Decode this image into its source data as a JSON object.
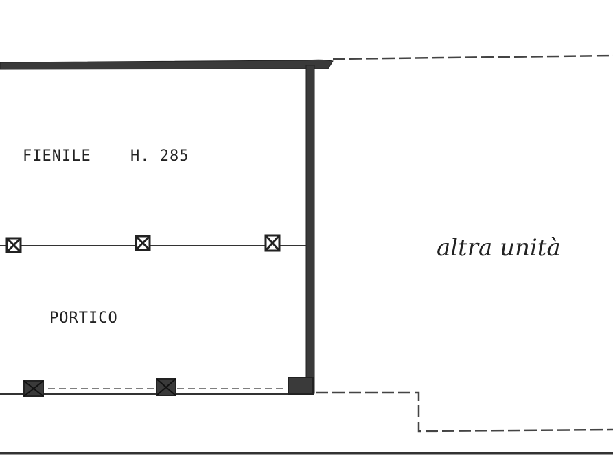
{
  "plan": {
    "rooms": {
      "fienile": {
        "label": "FIENILE",
        "height": "H. 285"
      },
      "portico": {
        "label": "PORTICO"
      }
    },
    "neighbor_note": "altra unità"
  },
  "colors": {
    "ink": "#222222",
    "wall_fill": "#3a3a3a",
    "background": "#ffffff"
  }
}
